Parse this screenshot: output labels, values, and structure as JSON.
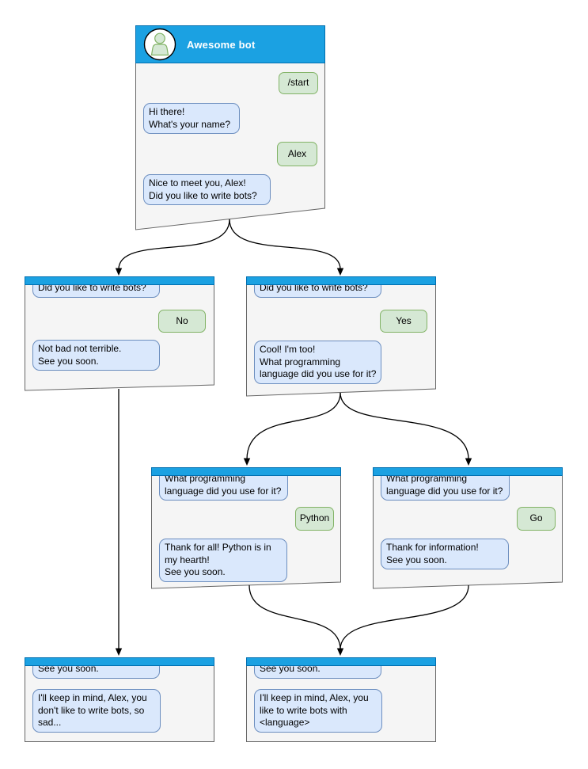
{
  "colors": {
    "header_blue": "#1BA1E2",
    "header_border_blue": "#006EAF",
    "bot_bubble_fill": "#DAE8FC",
    "bot_bubble_border": "#6C8EBF",
    "user_bubble_fill": "#D5E8D4",
    "user_bubble_border": "#82B366",
    "window_fill": "#F5F5F5",
    "window_border": "#666666",
    "arrow": "#000000",
    "canvas_background": "#FFFFFF"
  },
  "windows": {
    "main": {
      "title": "Awesome bot",
      "avatar_icon": "person-icon",
      "messages": [
        {
          "from": "user",
          "text": "/start"
        },
        {
          "from": "bot",
          "text": "Hi there!\nWhat's your name?"
        },
        {
          "from": "user",
          "text": "Alex"
        },
        {
          "from": "bot",
          "text": "Nice to meet you, Alex!\nDid you like to write bots?"
        }
      ]
    },
    "no_branch": {
      "messages": [
        {
          "from": "bot",
          "text": "Did you like to write bots?"
        },
        {
          "from": "user",
          "text": "No"
        },
        {
          "from": "bot",
          "text": "Not bad not terrible.\nSee you soon."
        }
      ]
    },
    "yes_branch": {
      "messages": [
        {
          "from": "bot",
          "text": "Did you like to write bots?"
        },
        {
          "from": "user",
          "text": "Yes"
        },
        {
          "from": "bot",
          "text": "Cool! I'm too!\nWhat programming\nlanguage did you use for it?"
        }
      ]
    },
    "python_branch": {
      "messages": [
        {
          "from": "bot",
          "text": "What programming\nlanguage did you use for it?"
        },
        {
          "from": "user",
          "text": "Python"
        },
        {
          "from": "bot",
          "text": "Thank for all! Python is in\nmy hearth!\nSee you soon."
        }
      ]
    },
    "go_branch": {
      "messages": [
        {
          "from": "bot",
          "text": "What programming\nlanguage did you use for it?"
        },
        {
          "from": "user",
          "text": "Go"
        },
        {
          "from": "bot",
          "text": "Thank for information!\nSee you soon."
        }
      ]
    },
    "end_no": {
      "messages": [
        {
          "from": "bot",
          "text": "See you soon."
        },
        {
          "from": "bot",
          "text": "I'll keep in mind, Alex, you\ndon't like to write bots, so\nsad..."
        }
      ]
    },
    "end_language": {
      "messages": [
        {
          "from": "bot",
          "text": "See you soon."
        },
        {
          "from": "bot",
          "text": "I'll keep in mind, Alex, you\nlike to write bots with\n<language>"
        }
      ]
    }
  },
  "connections": [
    {
      "from": "main",
      "to": "no_branch"
    },
    {
      "from": "main",
      "to": "yes_branch"
    },
    {
      "from": "yes_branch",
      "to": "python_branch"
    },
    {
      "from": "yes_branch",
      "to": "go_branch"
    },
    {
      "from": "no_branch",
      "to": "end_no"
    },
    {
      "from": "python_branch",
      "to": "end_language"
    },
    {
      "from": "go_branch",
      "to": "end_language"
    }
  ]
}
